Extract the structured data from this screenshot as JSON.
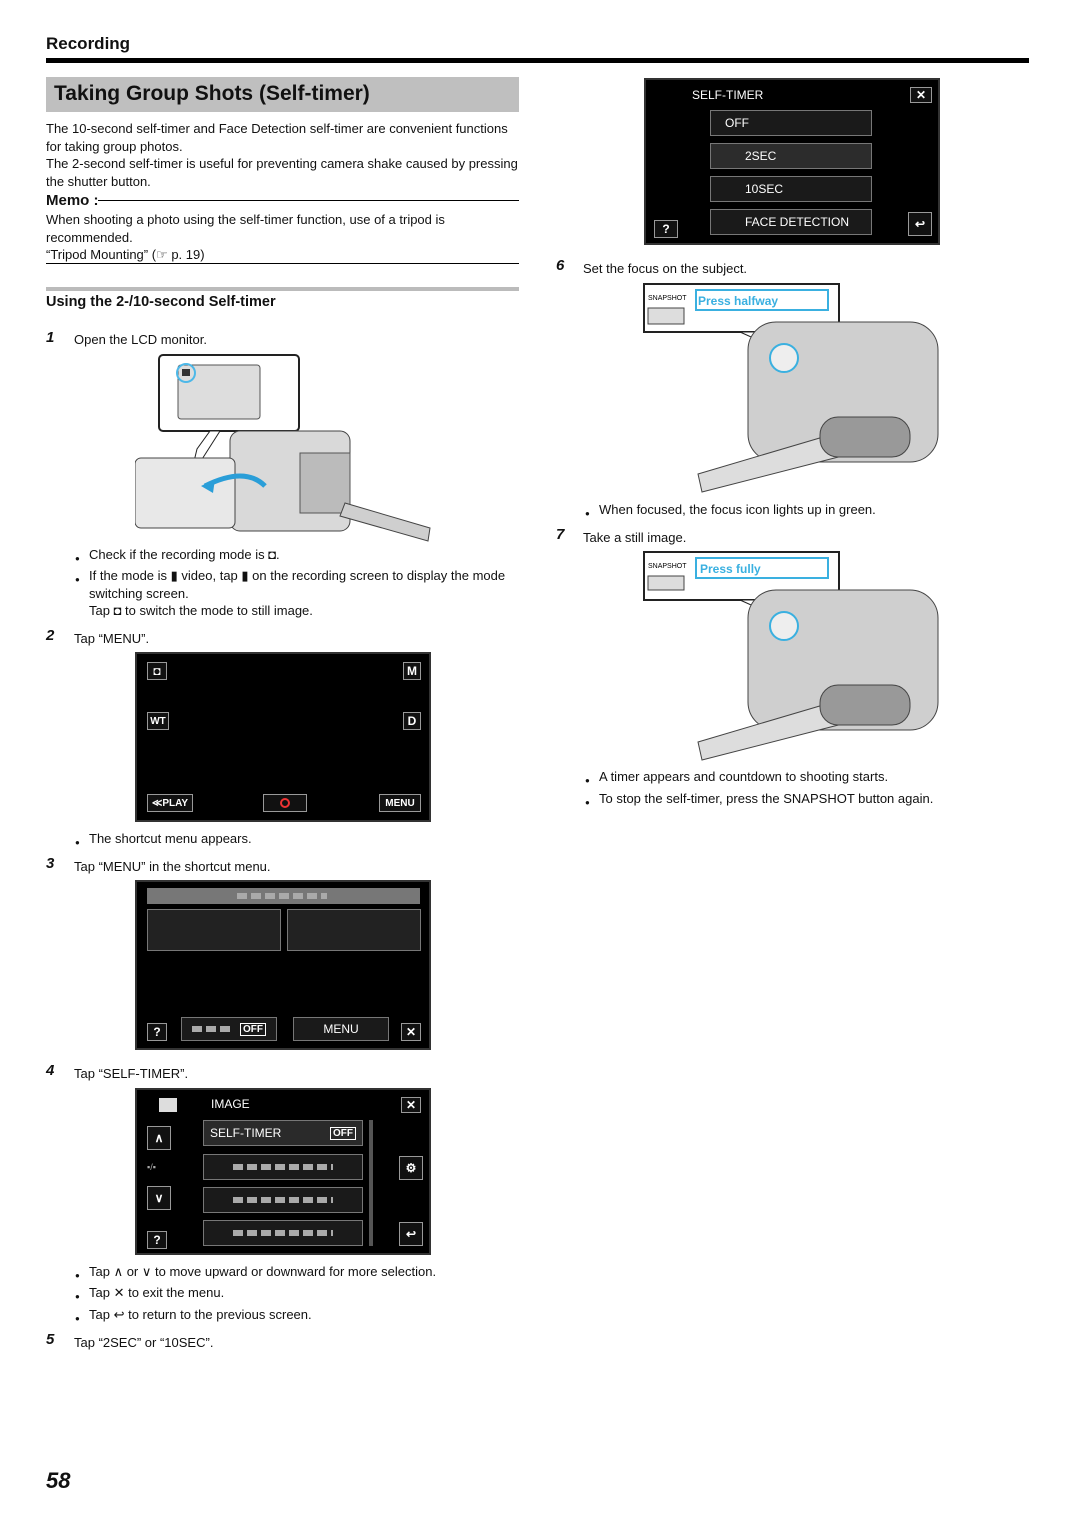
{
  "header": {
    "section": "Recording",
    "title": "Taking Group Shots (Self-timer)"
  },
  "intro": [
    "The 10-second self-timer and Face Detection self-timer are convenient functions for taking group photos.",
    "The 2-second self-timer is useful for preventing camera shake caused by pressing the shutter button."
  ],
  "memo": {
    "title": "Memo :",
    "text": "When shooting a photo using the self-timer function, use of a tripod is recommended.",
    "ref": "“Tripod Mounting” (☞ p. 19)"
  },
  "subheading": "Using the 2-/10-second Self-timer",
  "steps": [
    {
      "num": "1",
      "text": "Open the LCD monitor."
    },
    {
      "num": "2",
      "text": "Tap “MENU”."
    },
    {
      "num": "3",
      "text": "Tap “MENU” in the shortcut menu."
    },
    {
      "num": "4",
      "text": "Tap “SELF-TIMER”."
    },
    {
      "num": "5",
      "text": "Tap “2SEC” or “10SEC”."
    },
    {
      "num": "6",
      "text": "Set the focus on the subject."
    },
    {
      "num": "7",
      "text": "Take a still image."
    }
  ],
  "step1_bullets": [
    "Check if the recording mode is ◘.",
    "If the mode is ▮ video, tap ▮ on the recording screen to display the mode switching screen.",
    "Tap ◘ to switch the mode to still image."
  ],
  "step2_bullet": "The shortcut menu appears.",
  "step4_bullets": [
    "Tap ∧ or ∨ to move upward or downward for more selection.",
    "Tap ✕ to exit the menu.",
    "Tap ↩ to return to the previous screen."
  ],
  "step6_bullet": "When focused, the focus icon lights up in green.",
  "step7_bullets": [
    "A timer appears and countdown to shooting starts.",
    "To stop the self-timer, press the SNAPSHOT button again."
  ],
  "screen2": {
    "play": "≪PLAY",
    "menu": "MENU",
    "m": "M",
    "wt": "WT",
    "d": "D"
  },
  "screen3": {
    "off": "OFF",
    "menu": "MENU",
    "help": "?",
    "close": "✕"
  },
  "screen4": {
    "header": "IMAGE",
    "item": "SELF-TIMER",
    "off": "OFF",
    "help": "?"
  },
  "screen5": {
    "header": "SELF-TIMER",
    "options": [
      "OFF",
      "2SEC",
      "10SEC",
      "FACE DETECTION"
    ],
    "help": "?"
  },
  "camera": {
    "snapshot": "SNAPSHOT",
    "halfway": "Press halfway",
    "fully": "Press fully"
  },
  "page_number": "58"
}
